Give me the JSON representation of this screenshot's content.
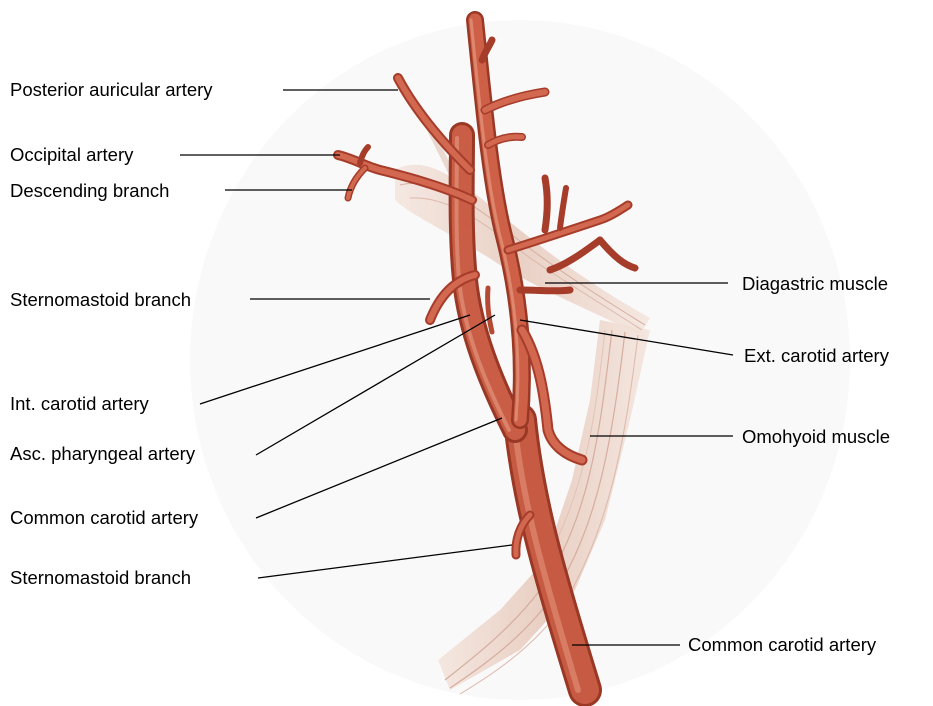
{
  "labels": {
    "posterior_auricular": "Posterior auricular artery",
    "occipital": "Occipital artery",
    "descending_branch": "Descending branch",
    "sternomastoid_upper": "Sternomastoid branch",
    "int_carotid": "Int. carotid artery",
    "asc_pharyngeal": "Asc. pharyngeal artery",
    "common_carotid_left": "Common carotid artery",
    "sternomastoid_lower": "Sternomastoid branch",
    "diagastric": "Diagastric muscle",
    "ext_carotid": "Ext. carotid artery",
    "omohyoid": "Omohyoid muscle",
    "common_carotid_right": "Common carotid artery"
  },
  "colors": {
    "artery": "#c0503a",
    "artery_dark": "#9a3826",
    "artery_light": "#df8a72",
    "muscle": "#e8cfc4",
    "muscle_line": "#d9b3a4",
    "leader": "#000000"
  }
}
